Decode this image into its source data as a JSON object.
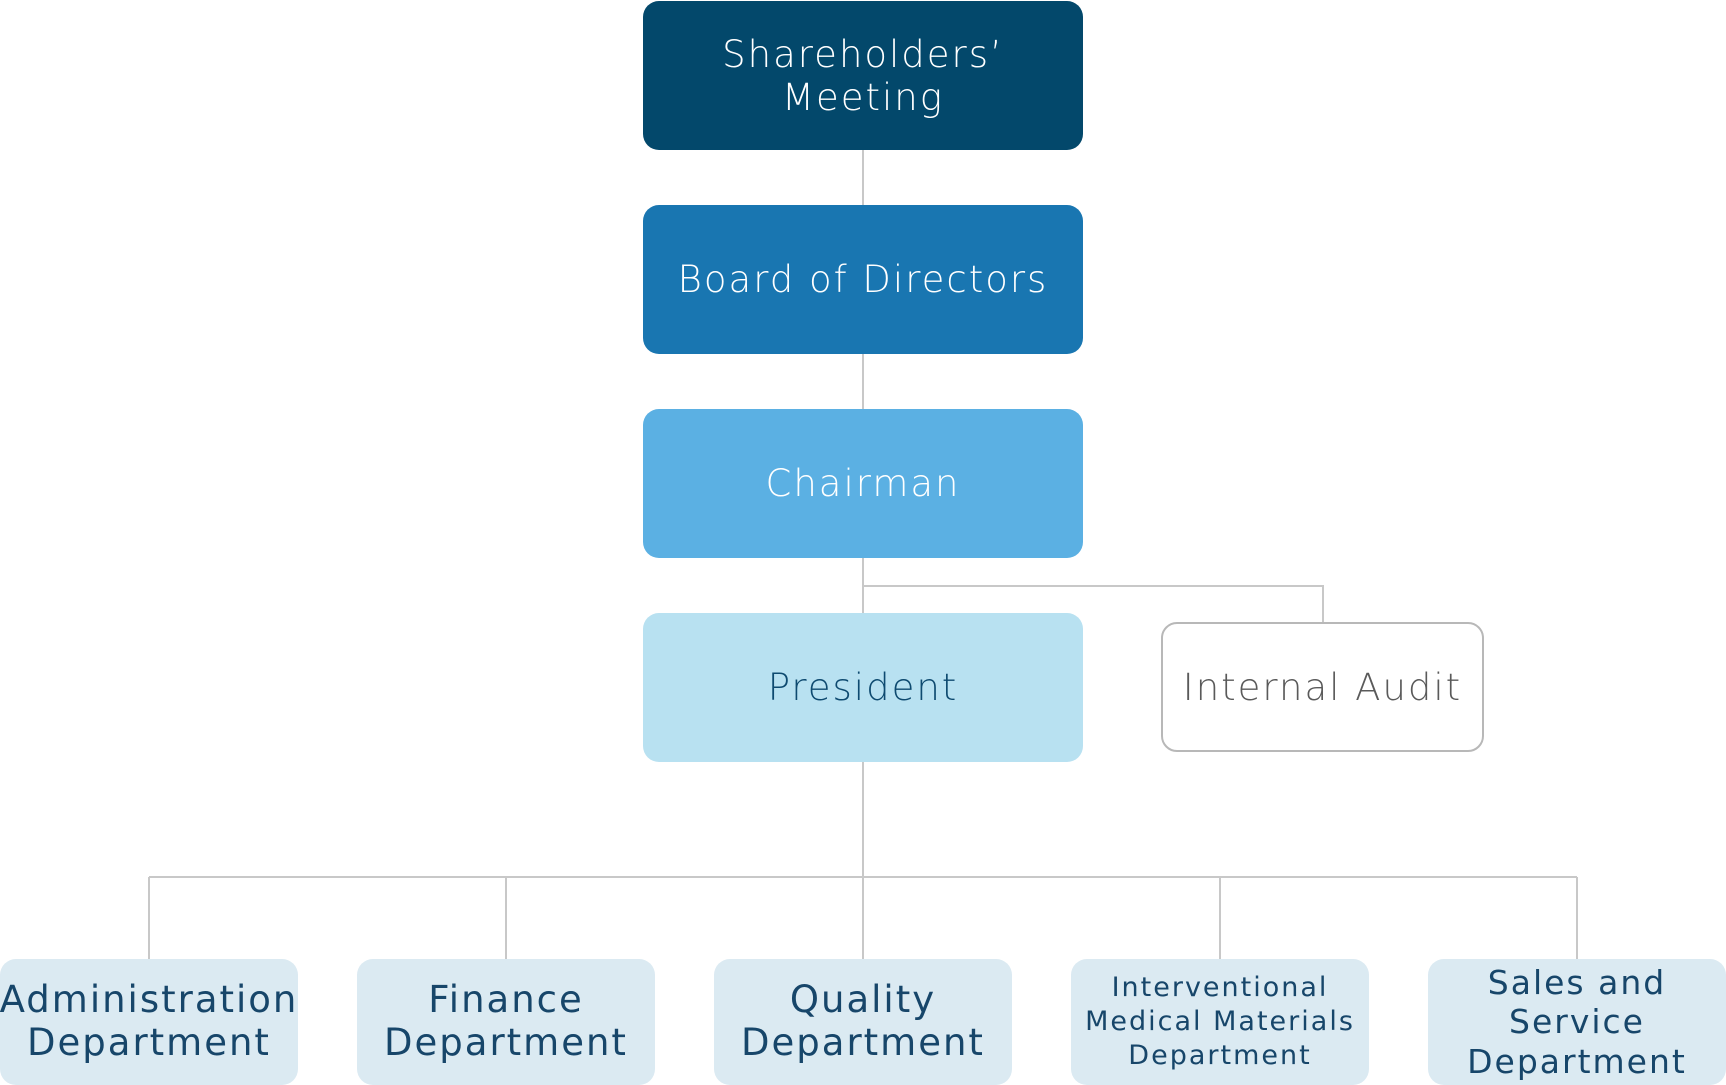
{
  "nodes": {
    "shareholders": "Shareholders’ Meeting",
    "board": "Board of Directors",
    "chairman": "Chairman",
    "president": "President",
    "internal_audit": "Internal Audit"
  },
  "departments": [
    "Administration\nDepartment",
    "Finance\nDepartment",
    "Quality\nDepartment",
    "Interventional\nMedical Materials\nDepartment",
    "Sales and Service\nDepartment"
  ],
  "colors": {
    "shareholders": "#03486b",
    "board": "#1976b1",
    "chairman": "#5bb0e3",
    "president": "#b8e1f1",
    "department": "#dbeaf2",
    "connector": "#c8c8c8"
  }
}
